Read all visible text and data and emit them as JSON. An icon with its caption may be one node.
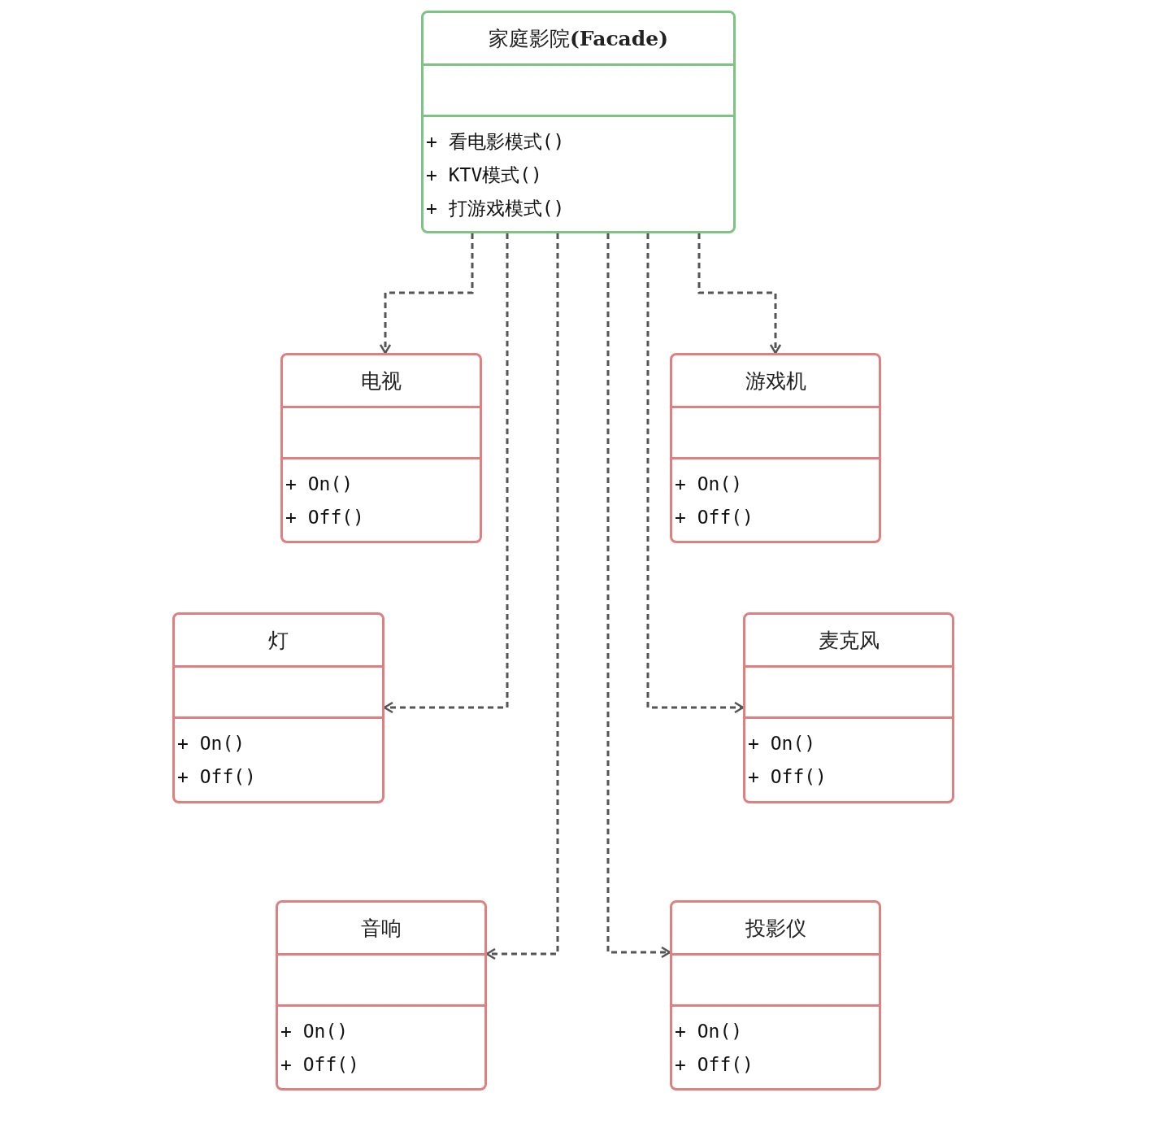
{
  "diagram": {
    "nodes": [
      {
        "text": [
          "家庭影院**(Facade)**",
          "+ 看电影模式()",
          "+ KTV模式()",
          "+ 打游戏模式()"
        ]
      },
      {
        "text": [
          "电视",
          "+ On()",
          "+ Off()"
        ]
      },
      {
        "text": [
          "游戏机",
          "+ On()",
          "+ Off()"
        ]
      },
      {
        "text": [
          "灯",
          "+ On()",
          "+ Off()"
        ]
      },
      {
        "text": [
          "麦克风",
          "+ On()",
          "+ Off()"
        ]
      },
      {
        "text": [
          "音响",
          "+ On()",
          "+ Off()"
        ]
      },
      {
        "text": [
          "投影仪",
          "+ On()",
          "+ Off()"
        ]
      }
    ],
    "edges": [
      {
        "from": 0,
        "to": 1,
        "arrow": "to",
        "style": "dashed"
      },
      {
        "from": 0,
        "to": 3,
        "arrow": "to",
        "style": "dashed"
      },
      {
        "from": 0,
        "to": 5,
        "arrow": "to",
        "style": "dashed"
      },
      {
        "from": 0,
        "to": 6,
        "arrow": "to",
        "style": "dashed"
      },
      {
        "from": 0,
        "to": 4,
        "arrow": "to",
        "style": "dashed"
      },
      {
        "from": 0,
        "to": 2,
        "arrow": "to",
        "style": "dashed"
      }
    ]
  }
}
